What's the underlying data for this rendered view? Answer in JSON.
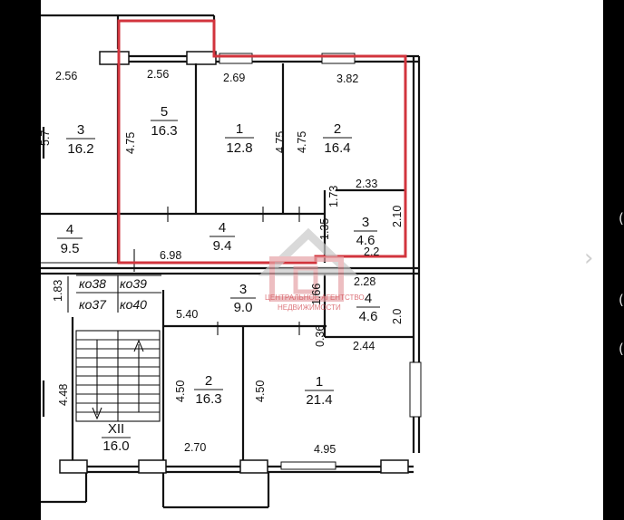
{
  "rooms": {
    "r5_top": {
      "num": "5",
      "area": "16.3"
    },
    "r1_top": {
      "num": "1",
      "area": "12.8"
    },
    "r2_top": {
      "num": "2",
      "area": "16.4"
    },
    "r3_left": {
      "num": "3",
      "area": "16.2"
    },
    "r4_left": {
      "num": "4",
      "area": "9.5"
    },
    "r4_corr": {
      "num": "4",
      "area": "9.4"
    },
    "r3_small": {
      "num": "3",
      "area": "4.6"
    },
    "r3_hall": {
      "num": "3",
      "area": "9.0"
    },
    "r4_small": {
      "num": "4",
      "area": "4.6"
    },
    "r2_bottom": {
      "num": "2",
      "area": "16.3"
    },
    "r1_bottom": {
      "num": "1",
      "area": "21.4"
    },
    "stair": {
      "num": "XII",
      "area": "16.0"
    }
  },
  "dims": {
    "d_256a": "2.56",
    "d_256b": "2.56",
    "d_269": "2.69",
    "d_382": "3.82",
    "d_475a": "4.75",
    "d_475b": "4.75",
    "d_475c": "4.75",
    "d_233": "2.33",
    "d_173": "1.73",
    "d_210": "2.10",
    "d_135": "1.35",
    "d_22": "2.2",
    "d_698": "6.98",
    "d_228": "2.28",
    "d_166": "1.66",
    "d_20": "2.0",
    "d_183": "1.83",
    "d_540": "5.40",
    "d_036": "0.36",
    "d_244": "2.44",
    "d_448": "4.48",
    "d_450a": "4.50",
    "d_450b": "4.50",
    "d_270": "2.70",
    "d_495": "4.95",
    "d_partial": "5.7"
  },
  "cabinets": {
    "k038": "ко38",
    "k039": "ко39",
    "k037": "ко37",
    "k040": "ко40"
  },
  "watermark": {
    "line1": "ЦЕНТРАЛЬНОЕ АГЕНТСТВО",
    "line2": "НЕДВИЖИМОСТИ"
  },
  "side_chars": {
    "a": "(",
    "b": "(",
    "c": "(",
    "arrow": "›"
  },
  "colors": {
    "highlight": "#d2343d",
    "plan_background": "#ffffff",
    "frame_background": "#000000"
  }
}
